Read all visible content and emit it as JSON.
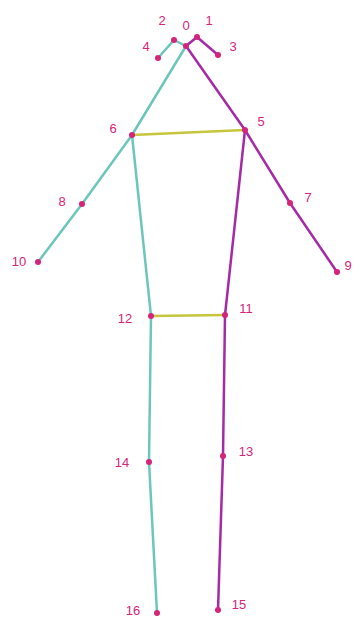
{
  "diagram": {
    "labels": [
      "2",
      "0",
      "1",
      "4",
      "3",
      "6",
      "5",
      "8",
      "7",
      "10",
      "9",
      "12",
      "11",
      "14",
      "13",
      "16",
      "15"
    ]
  }
}
